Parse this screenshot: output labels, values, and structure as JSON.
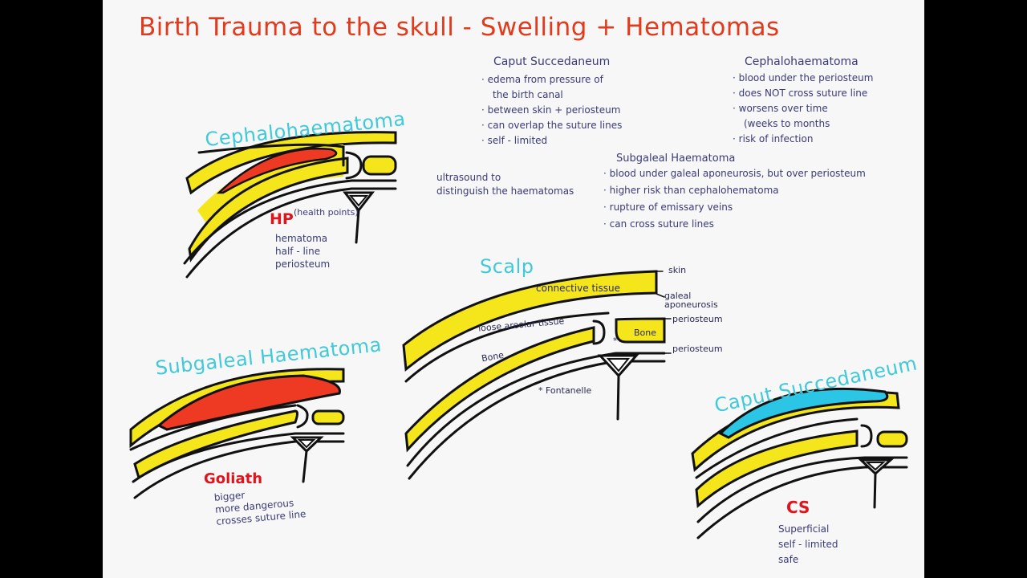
{
  "title": "Birth Trauma to the skull - Swelling  +  Hematomas",
  "colors": {
    "yellow": "#f4e61a",
    "red": "#ee3a22",
    "blue": "#2bc6e6",
    "ink": "#111111",
    "cyan_text": "#3fc9d9",
    "title_red": "#e23a1c"
  },
  "cephalo": {
    "heading": "Cephalohaematoma",
    "mnemonic": "HP",
    "mnemonic_note": "(health points)",
    "lines": [
      "hematoma",
      "half - line",
      "periosteum"
    ]
  },
  "subgaleal": {
    "heading": "Subgaleal Haematoma",
    "mnemonic": "Goliath",
    "lines": [
      "bigger",
      "more dangerous",
      "crosses suture line"
    ]
  },
  "caput": {
    "heading": "Caput Succedaneum",
    "mnemonic": "CS",
    "lines": [
      "Superficial",
      "self - limited",
      "safe"
    ]
  },
  "scalp": {
    "heading": "Scalp",
    "labels": {
      "connective": "connective tissue",
      "loose": "loose areolar tissue",
      "bone1": "Bone",
      "bone2": "Bone",
      "fontanelle": "* Fontanelle",
      "star": "*"
    },
    "right_labels": [
      "skin",
      "galeal",
      "aponeurosis",
      "periosteum",
      "periosteum"
    ]
  },
  "notes": {
    "caput_title": "Caput Succedaneum",
    "caput": [
      "· edema from pressure of",
      "the birth canal",
      "· between skin + periosteum",
      "· can overlap the suture lines",
      "· self - limited"
    ],
    "cephalo_title": "Cephalohaematoma",
    "cephalo": [
      "· blood under the periosteum",
      "· does NOT cross suture line",
      "· worsens over time",
      "(weeks to months",
      "· risk of infection"
    ],
    "ultrasound": [
      "ultrasound to",
      "distinguish the haematomas"
    ],
    "subgaleal_title": "Subgaleal Haematoma",
    "subgaleal": [
      "· blood under galeal aponeurosis, but over periosteum",
      "· higher risk than cephalohematoma",
      "· rupture of emissary veins",
      "· can cross suture lines"
    ]
  }
}
